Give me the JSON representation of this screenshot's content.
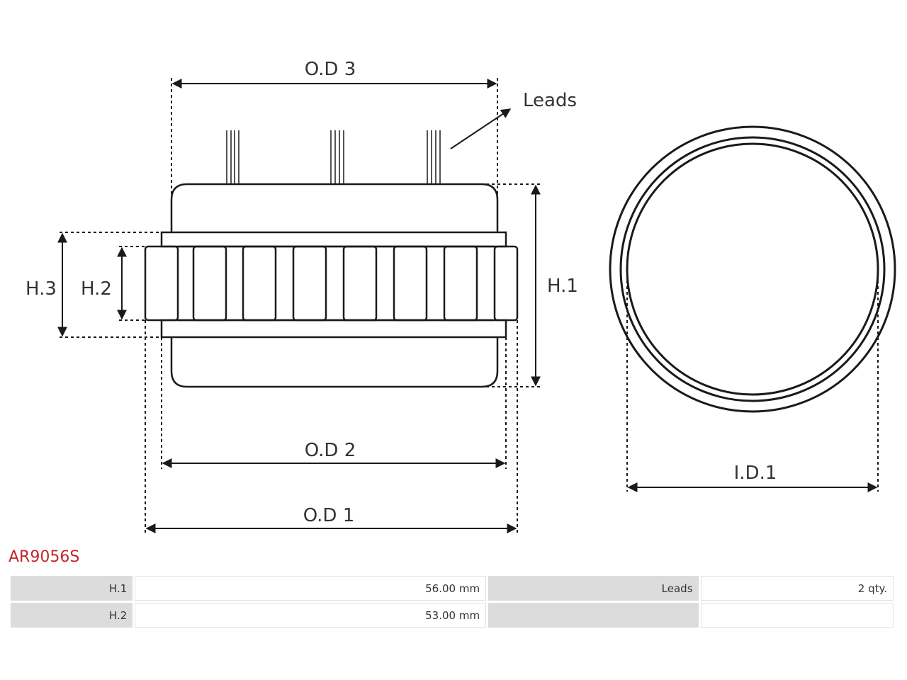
{
  "drawing": {
    "labels": {
      "od3": "O.D 3",
      "od2": "O.D 2",
      "od1": "O.D 1",
      "leads": "Leads",
      "h1": "H.1",
      "h2": "H.2",
      "h3": "H.3",
      "id1": "I.D.1"
    }
  },
  "part_number": "AR9056S",
  "specs": {
    "rows": [
      {
        "k1": "H.1",
        "v1": "56.00 mm",
        "k2": "Leads",
        "v2": "2 qty."
      },
      {
        "k1": "H.2",
        "v1": "53.00 mm",
        "k2": "",
        "v2": ""
      }
    ]
  },
  "colors": {
    "part_number": "#c0272d",
    "line": "#1a1a1a",
    "header_cell": "#dcdcdc"
  }
}
